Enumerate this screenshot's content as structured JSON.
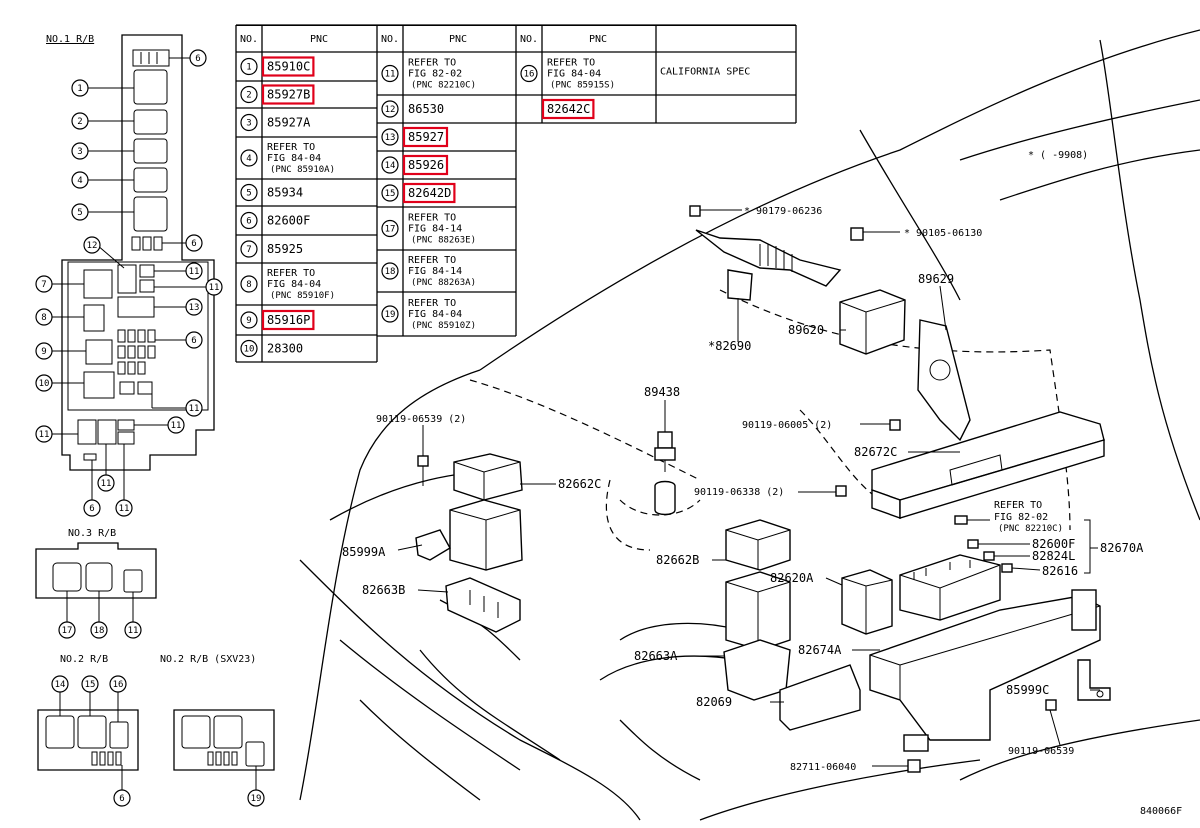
{
  "table": {
    "headers": {
      "no": "NO.",
      "pnc": "PNC"
    },
    "col1": [
      {
        "no": "1",
        "lines": [
          "85910C"
        ],
        "highlight": true
      },
      {
        "no": "2",
        "lines": [
          "85927B"
        ],
        "highlight": true
      },
      {
        "no": "3",
        "lines": [
          "85927A"
        ],
        "highlight": false
      },
      {
        "no": "4",
        "lines": [
          "REFER TO",
          "FIG 84-04",
          "(PNC 85910A)"
        ],
        "highlight": false
      },
      {
        "no": "5",
        "lines": [
          "85934"
        ],
        "highlight": false
      },
      {
        "no": "6",
        "lines": [
          "82600F"
        ],
        "highlight": false
      },
      {
        "no": "7",
        "lines": [
          "85925"
        ],
        "highlight": false
      },
      {
        "no": "8",
        "lines": [
          "REFER TO",
          "FIG 84-04",
          "(PNC 85910F)"
        ],
        "highlight": false
      },
      {
        "no": "9",
        "lines": [
          "85916P"
        ],
        "highlight": true
      },
      {
        "no": "10",
        "lines": [
          "28300"
        ],
        "highlight": false
      }
    ],
    "col2": [
      {
        "no": "11",
        "lines": [
          "REFER TO",
          "FIG 82-02",
          "(PNC 82210C)"
        ],
        "highlight": false
      },
      {
        "no": "12",
        "lines": [
          "86530"
        ],
        "highlight": false
      },
      {
        "no": "13",
        "lines": [
          "85927"
        ],
        "highlight": true
      },
      {
        "no": "14",
        "lines": [
          "85926"
        ],
        "highlight": true
      },
      {
        "no": "15",
        "lines": [
          "82642D"
        ],
        "highlight": true
      },
      {
        "no": "17",
        "lines": [
          "REFER TO",
          "FIG 84-14",
          "(PNC 88263E)"
        ],
        "highlight": false
      },
      {
        "no": "18",
        "lines": [
          "REFER TO",
          "FIG 84-14",
          "(PNC 88263A)"
        ],
        "highlight": false
      },
      {
        "no": "19",
        "lines": [
          "REFER TO",
          "FIG 84-04",
          "(PNC 85910Z)"
        ],
        "highlight": false
      }
    ],
    "col3": [
      {
        "no": "16",
        "lines": [
          "REFER TO",
          "FIG 84-04",
          "(PNC 85915S)"
        ],
        "highlight": false,
        "note": "CALIFORNIA SPEC"
      },
      {
        "no": "",
        "lines": [
          "82642C"
        ],
        "highlight": true,
        "note": ""
      }
    ]
  },
  "relay_blocks": {
    "rb1": "NO.1 R/B",
    "rb3": "NO.3 R/B",
    "rb2": "NO.2 R/B",
    "rb2_sxv": "NO.2 R/B (SXV23)"
  },
  "callouts": {
    "rb1_right": [
      "6",
      "6",
      "11",
      "11",
      "13",
      "6",
      "11",
      "11"
    ],
    "rb1_left": [
      "1",
      "2",
      "3",
      "4",
      "5",
      "7",
      "8",
      "9",
      "10",
      "11"
    ],
    "rb1_top": "12",
    "rb1_bottom": [
      "6",
      "11",
      "11"
    ],
    "rb3": [
      "17",
      "18",
      "11"
    ],
    "rb2_top": [
      "14",
      "15",
      "16"
    ],
    "rb2_bottom": "6",
    "rb2_sxv_bottom": "19"
  },
  "date_note": "* ( -9908)",
  "part_labels": {
    "p90179": "* 90179-06236",
    "p90105": "* 90105-06130",
    "p89629": "89629",
    "p89620": "89620",
    "p82690": "*82690",
    "p89438": "89438",
    "p90119a": "90119-06539 (2)",
    "p90119b": "90119-06005 (2)",
    "p82672c": "82672C",
    "p82662c": "82662C",
    "p90119c": "90119-06338 (2)",
    "p85999a": "85999A",
    "p82662b": "82662B",
    "p82620a": "82620A",
    "p82663b": "82663B",
    "p82663a": "82663A",
    "p82674a": "82674A",
    "p82069": "82069",
    "p85999c": "85999C",
    "p90119d": "90119-06539",
    "p82711": "82711-06040",
    "refer1": "REFER TO",
    "refer2": "FIG 82-02",
    "refer3": "(PNC 82210C)",
    "p82600f": "82600F",
    "p82824l": "82824L",
    "p82616": "82616",
    "p82670a": "82670A"
  },
  "figure_id": "840066F"
}
